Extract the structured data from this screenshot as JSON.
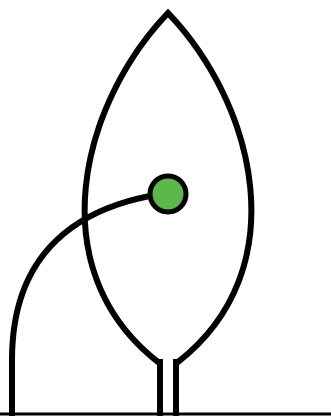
{
  "figure": {
    "background_color": "#ffffff",
    "stroke_color": "#000000",
    "leaf": {
      "icon": "leaf-outline"
    },
    "stem": {
      "icon": "double-line-stem"
    },
    "arc": {
      "icon": "curved-line"
    },
    "dot": {
      "icon": "green-dot",
      "fill_color": "#5cb84a"
    },
    "baseline": {
      "icon": "horizontal-line"
    }
  }
}
